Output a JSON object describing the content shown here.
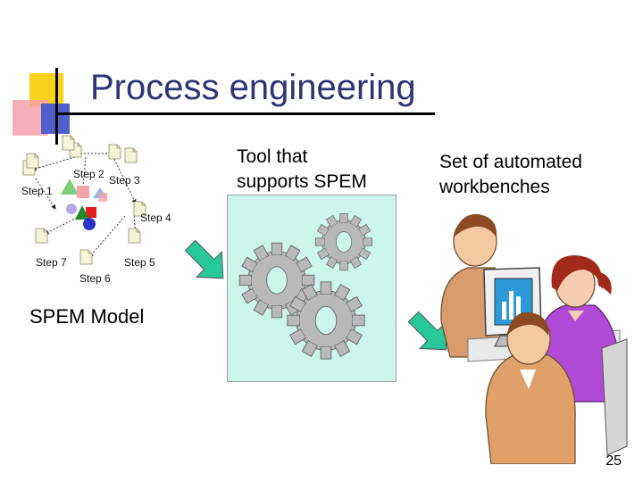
{
  "slide": {
    "title": "Process engineering",
    "page_number": "25",
    "spem_model": {
      "steps": [
        "Step 1",
        "Step 2",
        "Step 3",
        "Step 4",
        "Step 5",
        "Step 6",
        "Step 7"
      ],
      "label": "SPEM Model"
    },
    "tool": {
      "caption_line1": "Tool that",
      "caption_line2": "supports SPEM"
    },
    "workbenches": {
      "caption_line1": "Set of automated",
      "caption_line2": "workbenches"
    }
  },
  "colors": {
    "title": "#2e3478",
    "deco_yellow": "#f7d11c",
    "deco_pink": "#f6a2aa",
    "deco_blue": "#5060c8",
    "tool_bg": "#ccf5ec",
    "gear": "#b9b9b9",
    "arrow": "#28c89a"
  },
  "icons": [
    "gear-icon",
    "people-at-computers-illustration",
    "document-icon",
    "arrow-icon"
  ]
}
